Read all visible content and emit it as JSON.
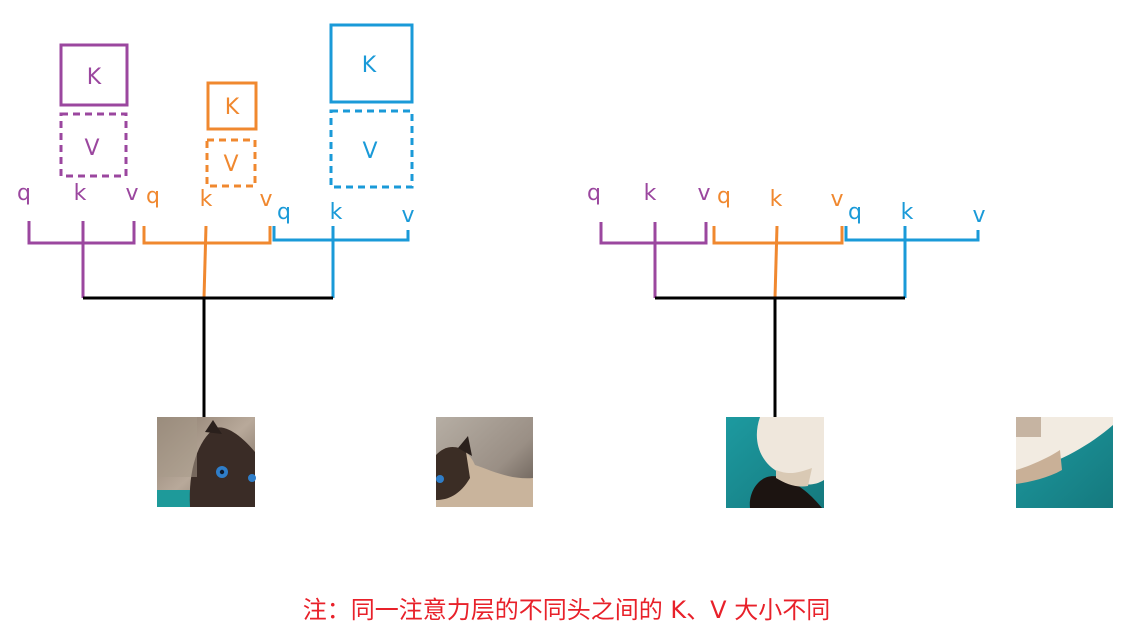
{
  "colors": {
    "head1": "#9b479f",
    "head2": "#f0882f",
    "head3": "#1a9ad8",
    "trunk": "#000000",
    "note": "#e8212a"
  },
  "diagram": {
    "left": {
      "heads": [
        {
          "q": "q",
          "k": "k",
          "v": "v",
          "K": "K",
          "V": "V"
        },
        {
          "q": "q",
          "k": "k",
          "v": "v",
          "K": "K",
          "V": "V"
        },
        {
          "q": "q",
          "k": "k",
          "v": "v",
          "K": "K",
          "V": "V"
        }
      ]
    },
    "right": {
      "heads": [
        {
          "q": "q",
          "k": "k",
          "v": "v"
        },
        {
          "q": "q",
          "k": "k",
          "v": "v"
        },
        {
          "q": "q",
          "k": "k",
          "v": "v"
        }
      ]
    }
  },
  "images": [
    {
      "name": "cat-patch-1",
      "desc": "siamese-cat-face-blue-eye"
    },
    {
      "name": "cat-patch-2",
      "desc": "siamese-cat-face-side"
    },
    {
      "name": "cat-patch-3",
      "desc": "cat-paw-on-teal-cushion"
    },
    {
      "name": "cat-patch-4",
      "desc": "cat-fur-on-teal-cushion"
    }
  ],
  "note": "注：同一注意力层的不同头之间的 K、V 大小不同"
}
